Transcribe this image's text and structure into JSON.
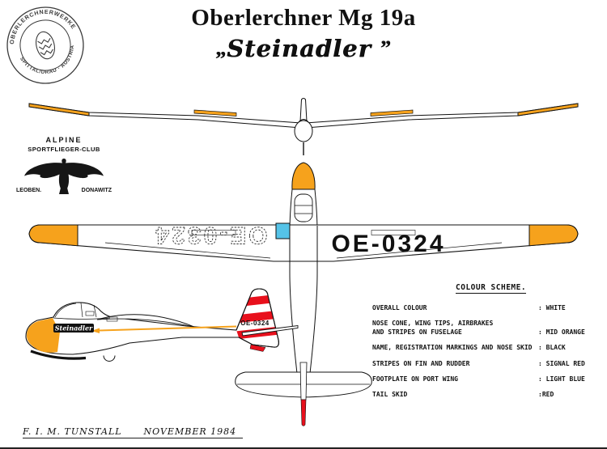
{
  "page": {
    "title": "Oberlerchner Mg 19a",
    "subtitle": {
      "open_quote": "„",
      "text": "Steinadler",
      "close_quote": "”"
    }
  },
  "stamp": {
    "arc_top": "OBERLERCHNERWERKE",
    "arc_bottom": "SPITTAL/DRAU · AUSTRIA"
  },
  "club": {
    "line1": "ALPINE",
    "line2": "SPORTFLIEGER-CLUB",
    "left": "LEOBEN.",
    "right": "DONAWITZ"
  },
  "aircraft": {
    "registration": "OE-0324",
    "name": "Steinadler"
  },
  "colour_scheme": {
    "heading": "COLOUR SCHEME.",
    "rows": [
      {
        "label": "OVERALL COLOUR",
        "value": ": WHITE"
      },
      {
        "label": "NOSE CONE, WING TIPS, AIRBRAKES\nAND STRIPES ON FUSELAGE",
        "value": ": MID ORANGE"
      },
      {
        "label": "NAME, REGISTRATION MARKINGS AND NOSE SKID",
        "value": ": BLACK"
      },
      {
        "label": "STRIPES ON FIN AND RUDDER",
        "value": ": SIGNAL RED"
      },
      {
        "label": "FOOTPLATE ON PORT WING",
        "value": ": LIGHT BLUE"
      },
      {
        "label": "TAIL SKID",
        "value": ":RED"
      }
    ]
  },
  "footer": {
    "signature": "F. I. M. TUNSTALL      NOVEMBER 1984"
  },
  "colors": {
    "mid_orange": "#F6A21C",
    "signal_red": "#E8101C",
    "light_blue": "#55C3E8",
    "ink": "#111111",
    "paper": "#FFFFFF"
  }
}
